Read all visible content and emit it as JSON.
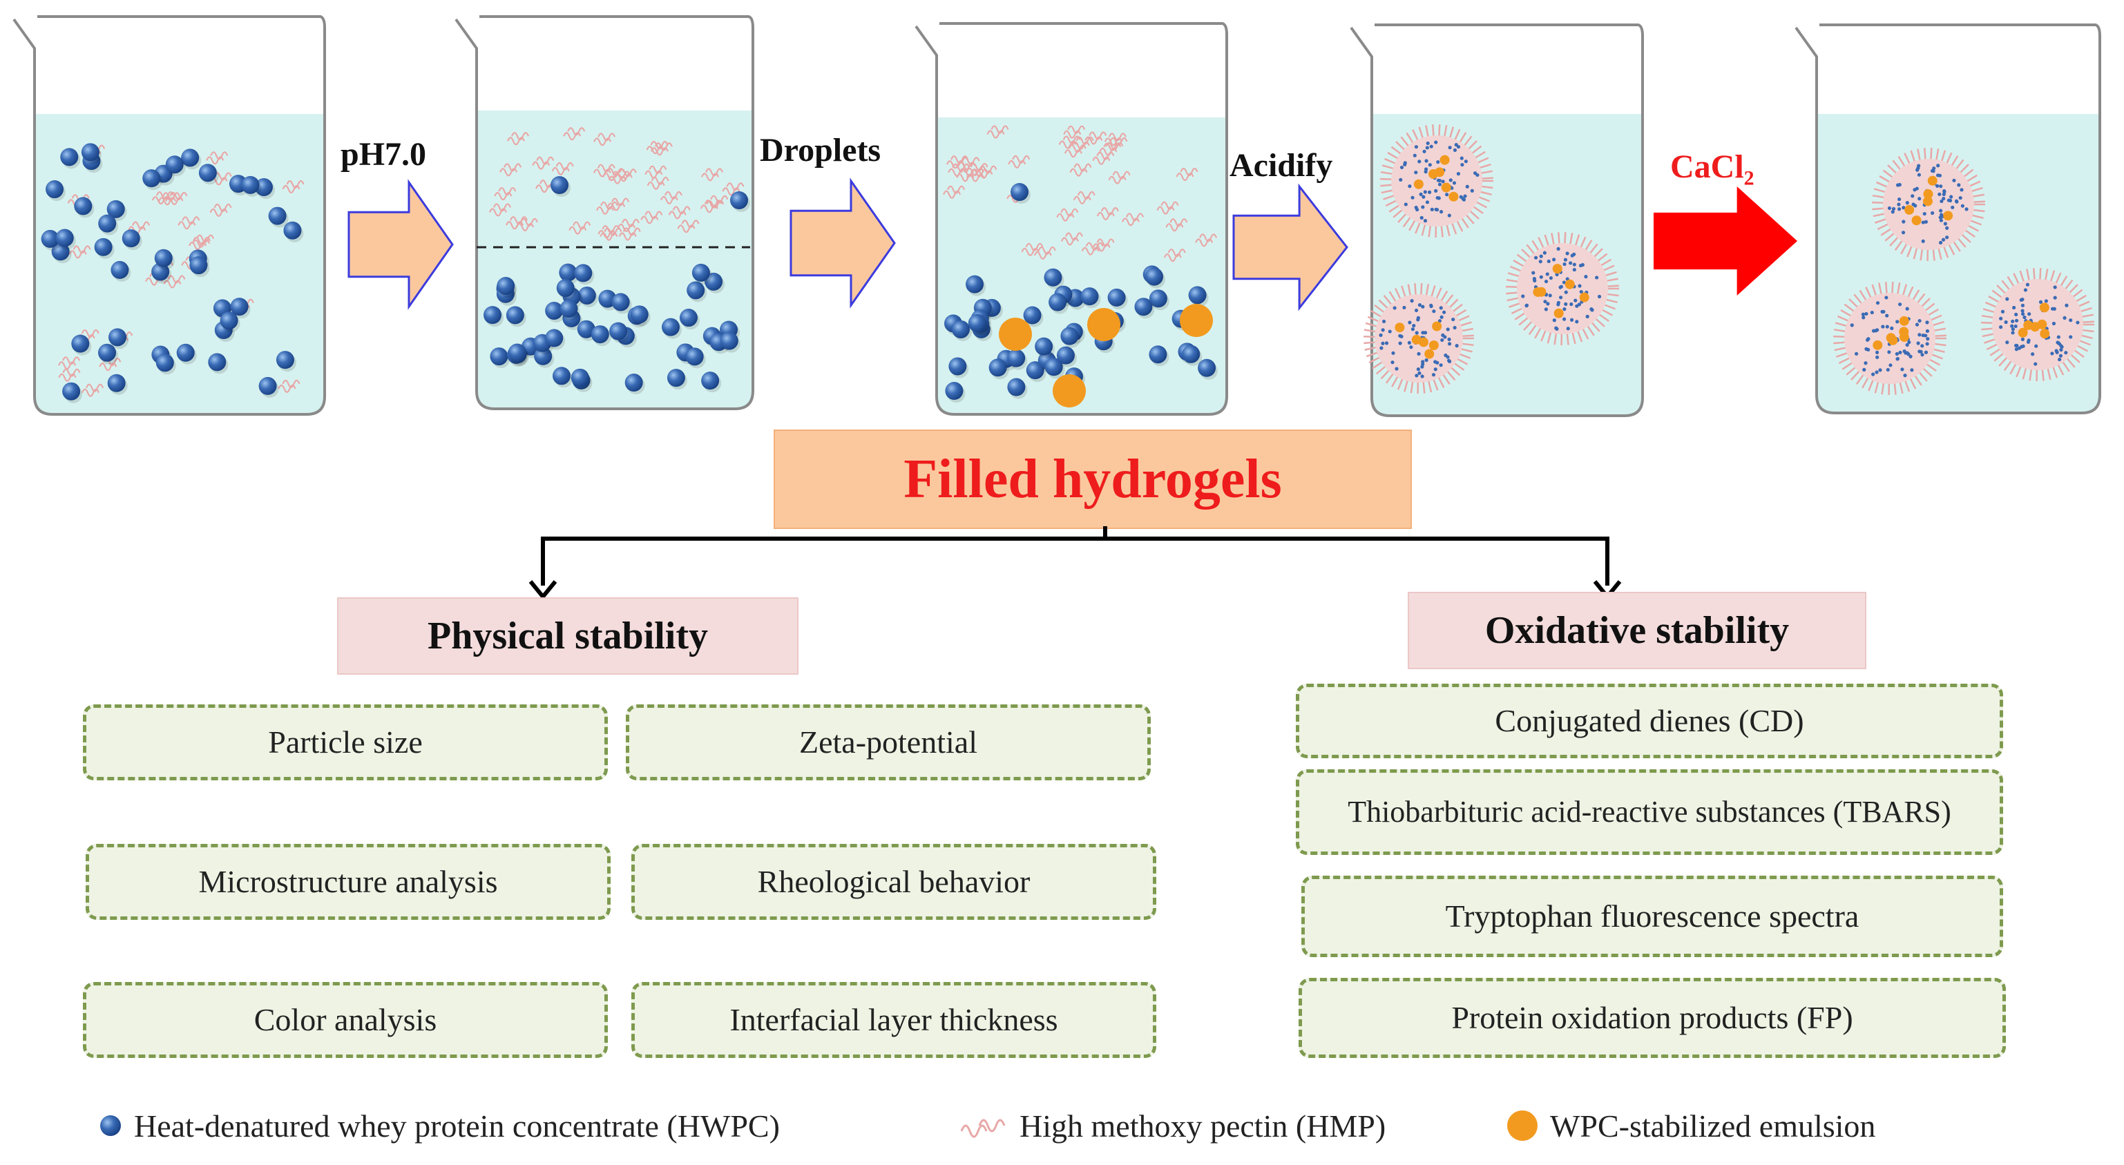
{
  "steps": {
    "ph": "pH7.0",
    "droplets": "Droplets",
    "acidify": "Acidify",
    "cacl2_main": "CaCl",
    "cacl2_sub": "2"
  },
  "center_title": "Filled hydrogels",
  "categories": {
    "physical": "Physical stability",
    "oxidative": "Oxidative stability"
  },
  "physical_tests": [
    "Particle size",
    "Zeta-potential",
    "Microstructure analysis",
    "Rheological behavior",
    "Color analysis",
    "Interfacial  layer thickness"
  ],
  "oxidative_tests": [
    "Conjugated dienes (CD)",
    "Thiobarbituric  acid-reactive  substances (TBARS)",
    "Tryptophan fluorescence spectra",
    "Protein oxidation products (FP)"
  ],
  "legend": {
    "hwpc": "Heat-denatured  whey  protein  concentrate  (HWPC)",
    "hmp": "High  methoxy  pectin  (HMP)",
    "emulsion": "WPC-stabilized emulsion"
  },
  "colors": {
    "liquid": "#d6f2f0",
    "protein": "#3a6bb5",
    "pectin": "#e8a7a7",
    "emulsion": "#f29a1f",
    "arrow": "#fbc89e",
    "arrow_border": "#3b3bde",
    "red_arrow": "#ff0000",
    "title_red": "#ee1c1c"
  }
}
